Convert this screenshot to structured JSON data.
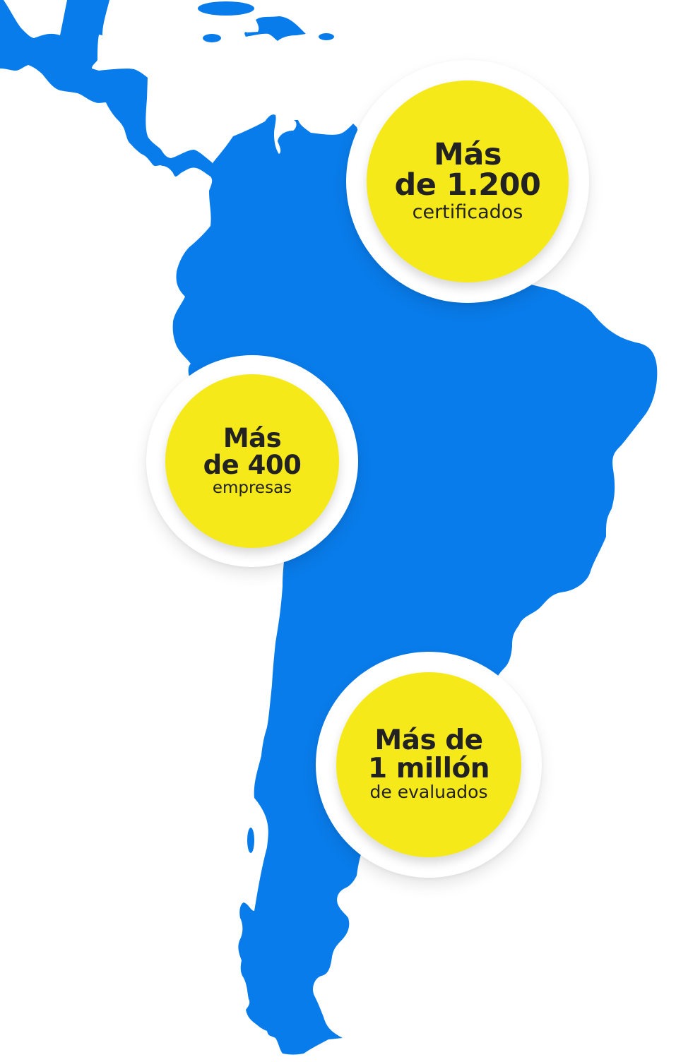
{
  "colors": {
    "map": "#097CEB",
    "circle_fill": "#F6E91A",
    "circle_ring": "#FFFFFF",
    "text": "#222222"
  },
  "stats": [
    {
      "line1": "Más",
      "line2": "de 1.200",
      "label": "certificados"
    },
    {
      "line1": "Más",
      "line2": "de 400",
      "label": "empresas"
    },
    {
      "line1": "Más de",
      "line2": "1 millón",
      "label": "de evaluados"
    }
  ]
}
